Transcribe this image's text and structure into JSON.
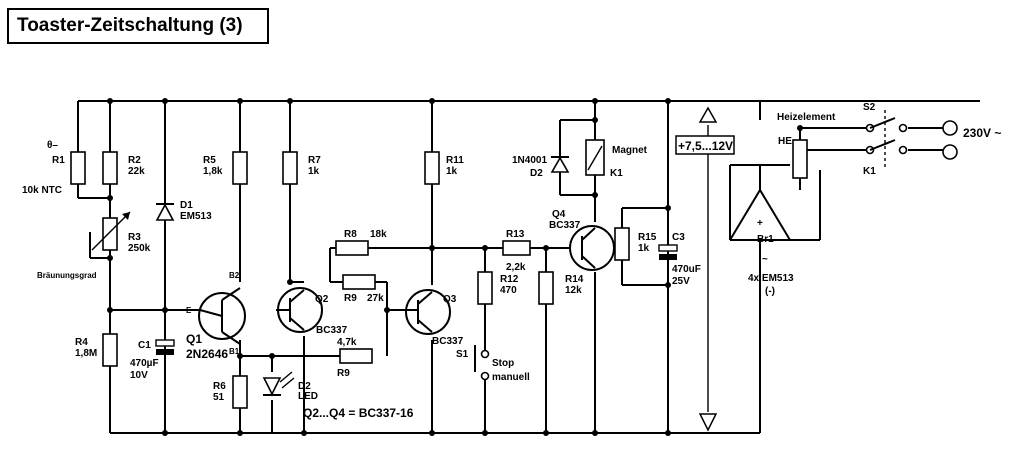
{
  "title": "Toaster-Zeitschaltung (3)",
  "labels": {
    "theta": "θ–",
    "r1": "R1",
    "r1_val": "10k NTC",
    "r2": "R2",
    "r2_val": "22k",
    "r3": "R3",
    "r3_val": "250k",
    "braeunungsgrad": "Bräunungsgrad",
    "r4": "R4",
    "r4_val": "1,8M",
    "d1": "D1",
    "d1_val": "EM513",
    "c1": "C1",
    "c1_val": "470µF",
    "c1_v": "10V",
    "r5": "R5",
    "r5_val": "1,8k",
    "q1": "Q1",
    "q1_val": "2N2646",
    "b2": "B2",
    "b1": "B1",
    "e": "E",
    "r6": "R6",
    "r6_val": "51",
    "r7": "R7",
    "r7_val": "1k",
    "q2": "Q2",
    "q2_val": "BC337",
    "d2": "D2",
    "d2_val": "LED",
    "r8": "R8",
    "r8_val": "18k",
    "r9": "R9",
    "r9_val": "27k",
    "r9b_val": "4,7k",
    "r9b": "R9",
    "q3": "Q3",
    "q3_val": "BC337",
    "r11": "R11",
    "r11_val": "1k",
    "q_note": "Q2...Q4 = BC337-16",
    "r12": "R12",
    "r12_val": "470",
    "s1": "S1",
    "stop": "Stop",
    "manuell": "manuell",
    "r13": "R13",
    "r13_val": "2,2k",
    "r14": "R14",
    "r14_val": "12k",
    "q4": "Q4",
    "q4_val": "BC337",
    "d2k": "1N4001",
    "d2k_ref": "D2",
    "magnet": "Magnet",
    "k1": "K1",
    "r15": "R15",
    "r15_val": "1k",
    "c3": "C3",
    "c3_val": "470uF",
    "c3_v": "25V",
    "supply": "+7,5...12V",
    "heizelement": "Heizelement",
    "he": "HE",
    "s2": "S2",
    "k1b": "K1",
    "mains": "230V ~",
    "br1": "Br1",
    "bridge_val": "4x EM513",
    "minus": "(-)",
    "plus": "+",
    "tilde": "~"
  }
}
